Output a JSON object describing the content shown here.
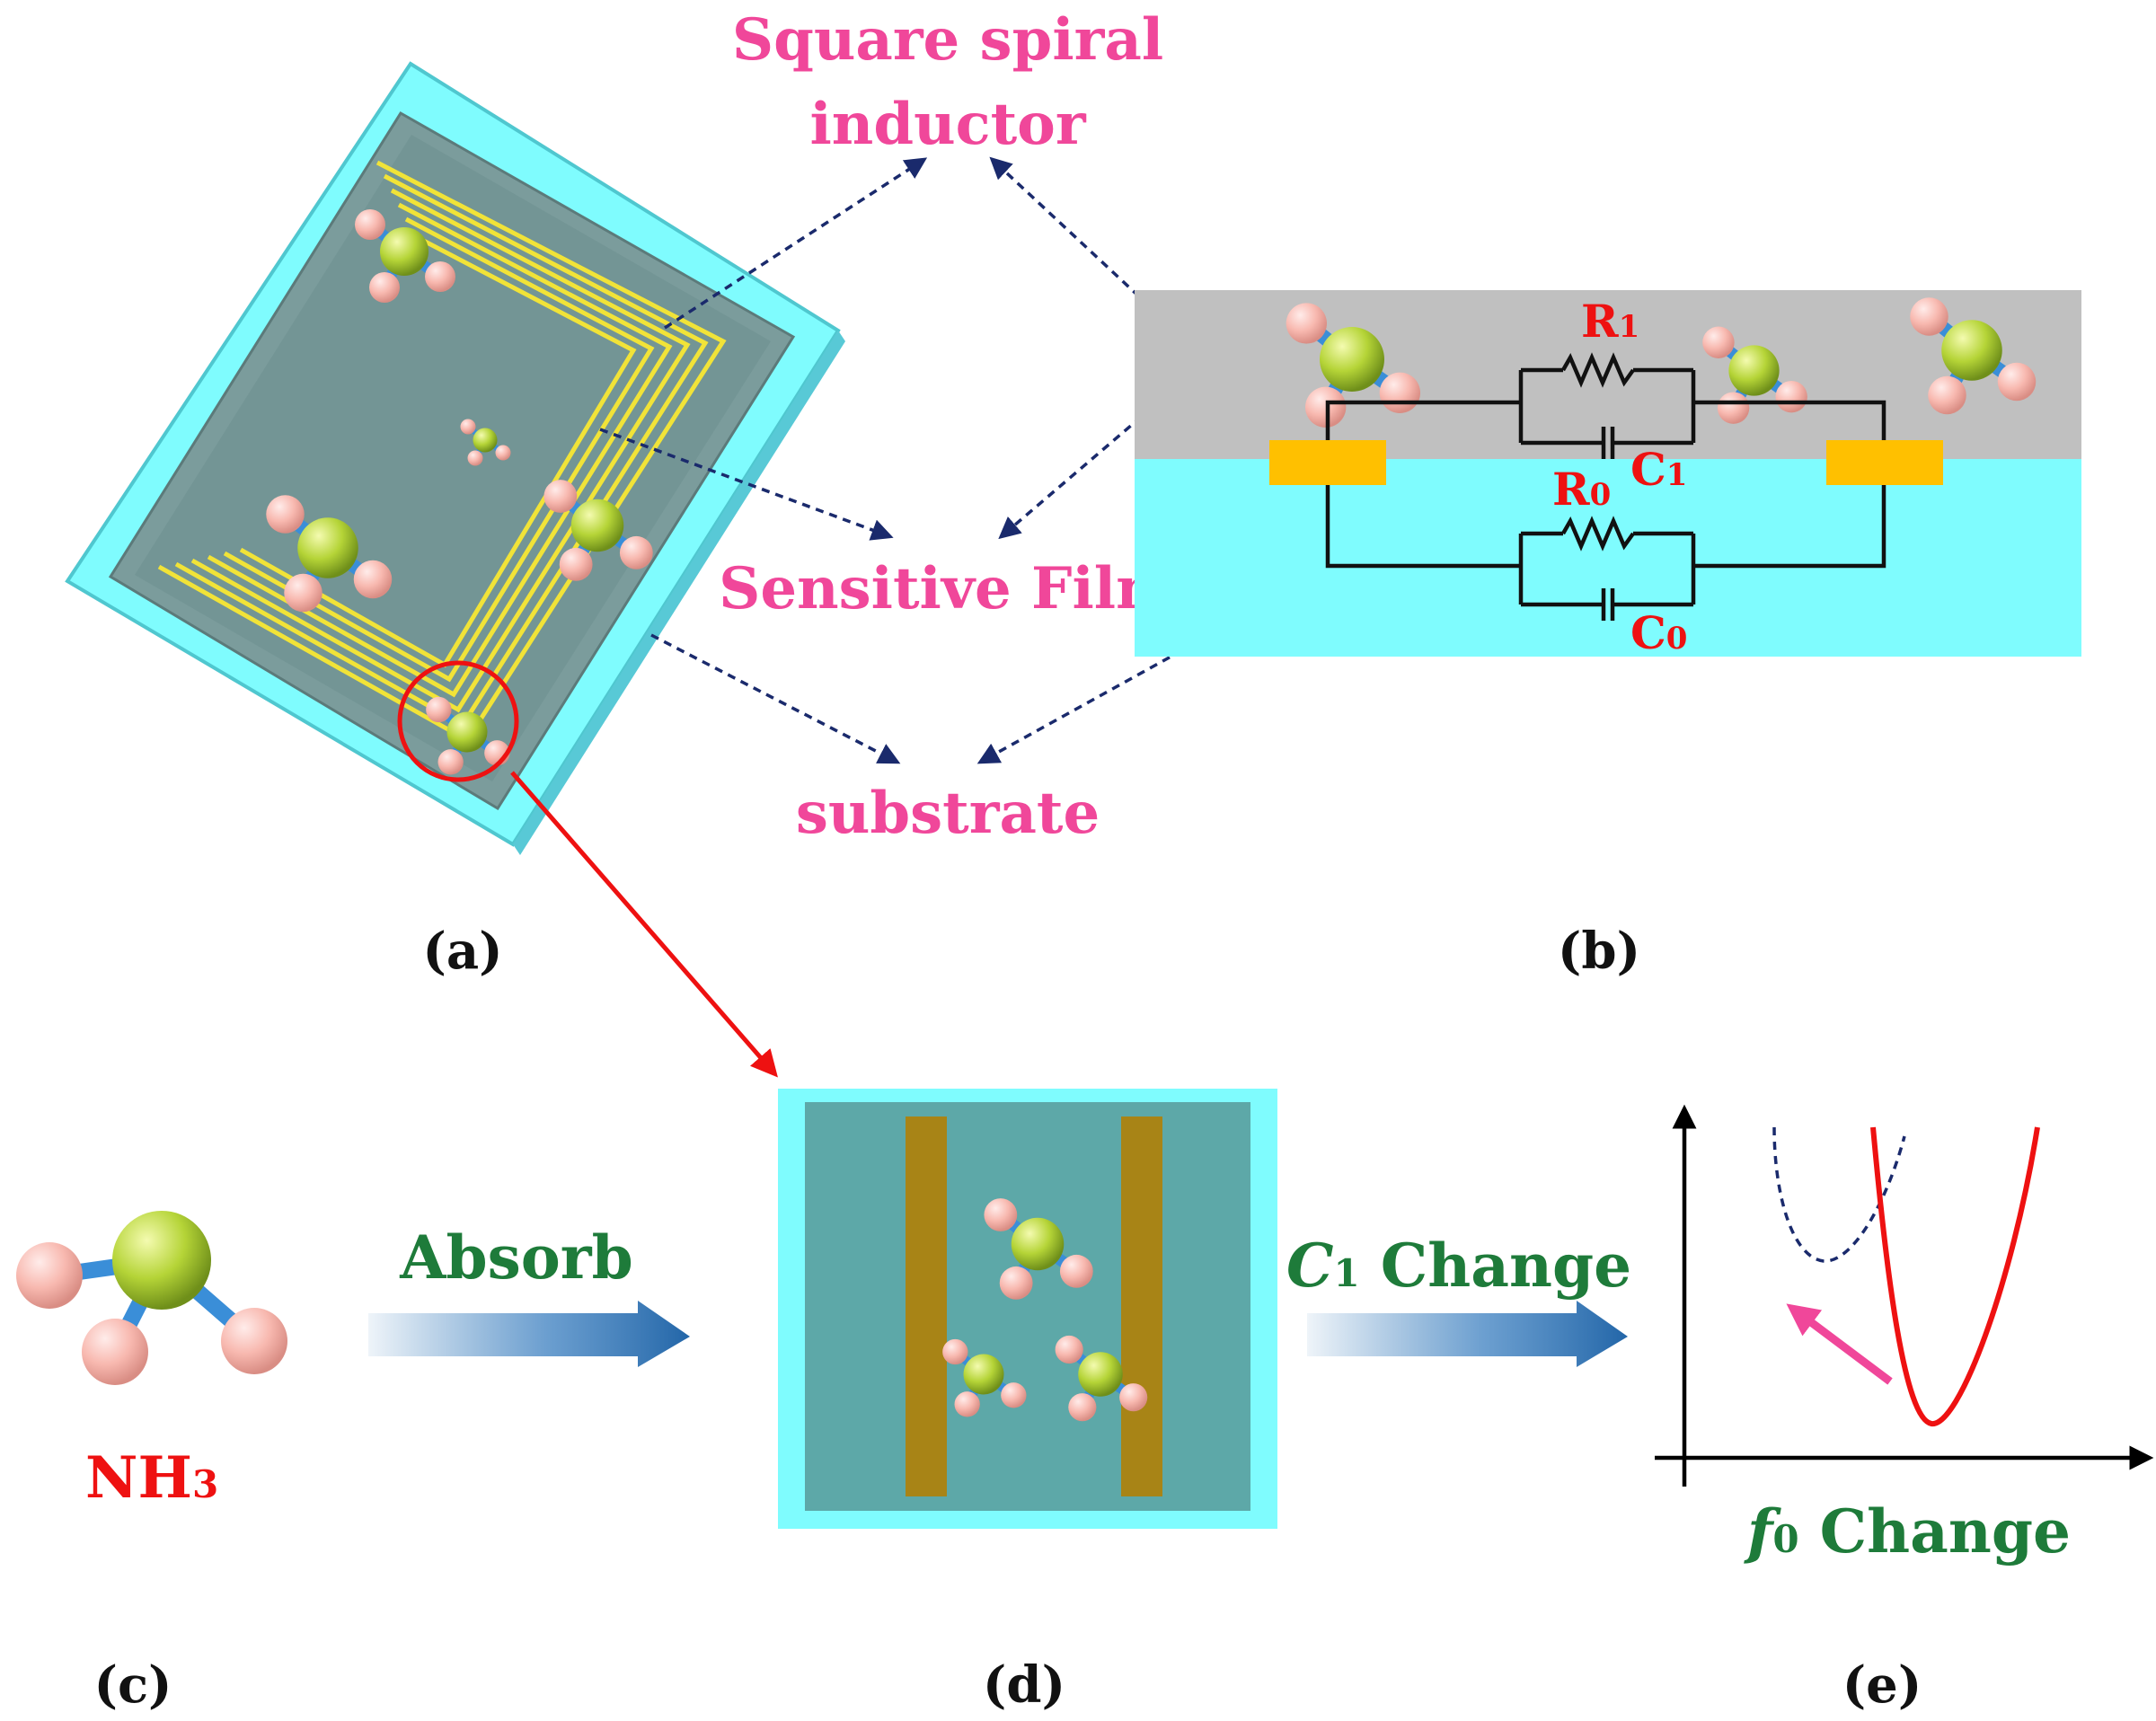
{
  "labels": {
    "inductor_line1": "Square spiral",
    "inductor_line2": "inductor",
    "sensitive_film": "Sensitive Film",
    "substrate": "substrate",
    "panel_a": "(a)",
    "panel_b": "(b)",
    "panel_c": "(c)",
    "panel_d": "(d)",
    "panel_e": "(e)",
    "absorb": "Absorb",
    "c1_change_var": "C",
    "c1_change_sub": "1",
    "c1_change_word": " Change",
    "f0_change_var": "f",
    "f0_change_sub": "0",
    "f0_change_word": " Change",
    "molecule_name_main": "NH",
    "molecule_name_sub": "3"
  },
  "circuit": {
    "r1_main": "R",
    "r1_sub": "1",
    "c1_main": "C",
    "c1_sub": "1",
    "r0_main": "R",
    "r0_sub": "0",
    "c0_main": "C",
    "c0_sub": "0"
  },
  "colors": {
    "pink_text": "#f0479a",
    "red_text": "#ee1111",
    "green_text": "#1e7b3a",
    "substrate_cyan": "#7ffcfe",
    "film_gray": "#c0c0c0",
    "electrode_orange": "#ffc000",
    "inductor_yellow": "#f1e338",
    "electrode_brown": "#a88416",
    "arrow_blue": "#2e75b6",
    "dashed_navy": "#1a2a6c"
  }
}
